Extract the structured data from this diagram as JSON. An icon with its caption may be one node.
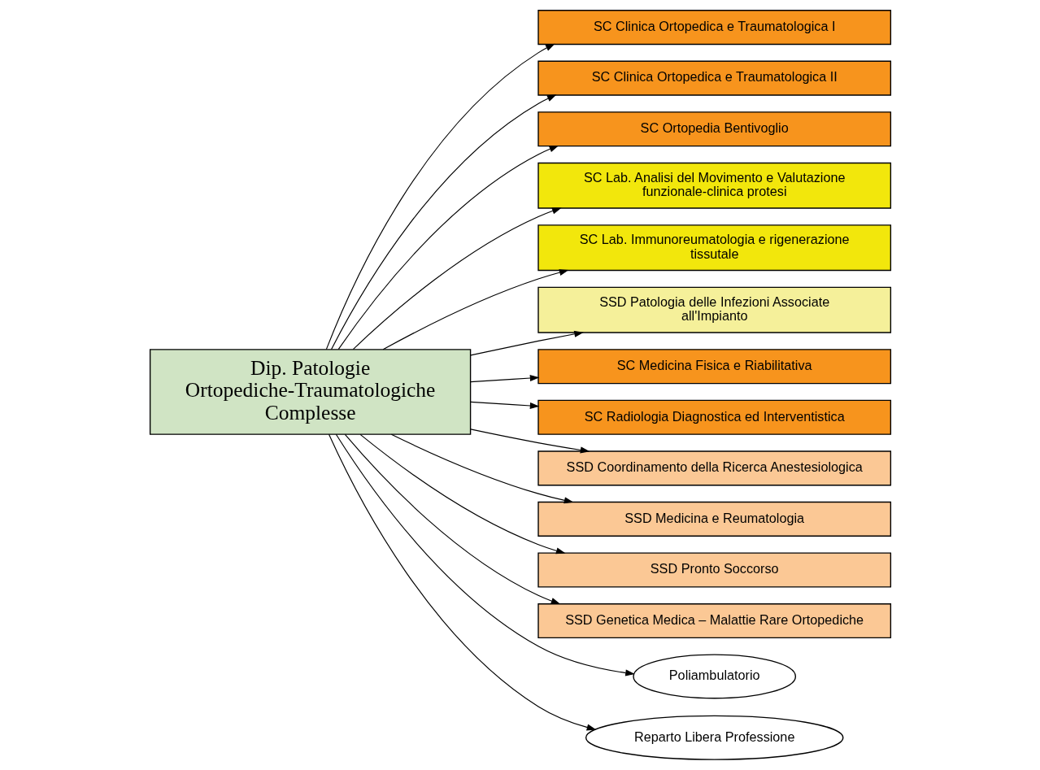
{
  "diagram": {
    "nodes": [
      {
        "text": [
          "Dip. Patologie Ortopediche-Traumatologiche Complesse"
        ]
      },
      {
        "text": [
          "SC Clinica Ortopedica e Traumatologica I"
        ]
      },
      {
        "text": [
          "SC Clinica Ortopedica e Traumatologica II"
        ]
      },
      {
        "text": [
          "SC Ortopedia Bentivoglio"
        ]
      },
      {
        "text": [
          "SC Lab. Analisi del Movimento e Valutazione funzionale-clinica protesi"
        ]
      },
      {
        "text": [
          "SC Lab. Immunoreumatologia e rigenerazione tissutale"
        ]
      },
      {
        "text": [
          "SSD Patologia delle Infezioni Associate all'Impianto"
        ]
      },
      {
        "text": [
          "SC Medicina Fisica e Riabilitativa"
        ]
      },
      {
        "text": [
          "SC Radiologia Diagnostica ed Interventistica"
        ]
      },
      {
        "text": [
          "SSD Coordinamento della Ricerca Anestesiologica"
        ]
      },
      {
        "text": [
          "SSD Medicina e Reumatologia"
        ]
      },
      {
        "text": [
          "SSD Pronto Soccorso"
        ]
      },
      {
        "text": [
          "SSD Genetica Medica – Malattie Rare Ortopediche"
        ]
      },
      {
        "text": [
          "Poliambulatorio"
        ]
      },
      {
        "text": [
          "Reparto Libera Professione"
        ]
      }
    ],
    "edges": [
      {
        "from": 0,
        "to": 1,
        "arrow": "to"
      },
      {
        "from": 0,
        "to": 2,
        "arrow": "to"
      },
      {
        "from": 0,
        "to": 3,
        "arrow": "to"
      },
      {
        "from": 0,
        "to": 4,
        "arrow": "to"
      },
      {
        "from": 0,
        "to": 5,
        "arrow": "to"
      },
      {
        "from": 0,
        "to": 6,
        "arrow": "to"
      },
      {
        "from": 0,
        "to": 7,
        "arrow": "to"
      },
      {
        "from": 0,
        "to": 8,
        "arrow": "to"
      },
      {
        "from": 0,
        "to": 9,
        "arrow": "to"
      },
      {
        "from": 0,
        "to": 10,
        "arrow": "to"
      },
      {
        "from": 0,
        "to": 11,
        "arrow": "to"
      },
      {
        "from": 0,
        "to": 12,
        "arrow": "to"
      },
      {
        "from": 0,
        "to": 13,
        "arrow": "to"
      },
      {
        "from": 0,
        "to": 14,
        "arrow": "to"
      }
    ]
  }
}
